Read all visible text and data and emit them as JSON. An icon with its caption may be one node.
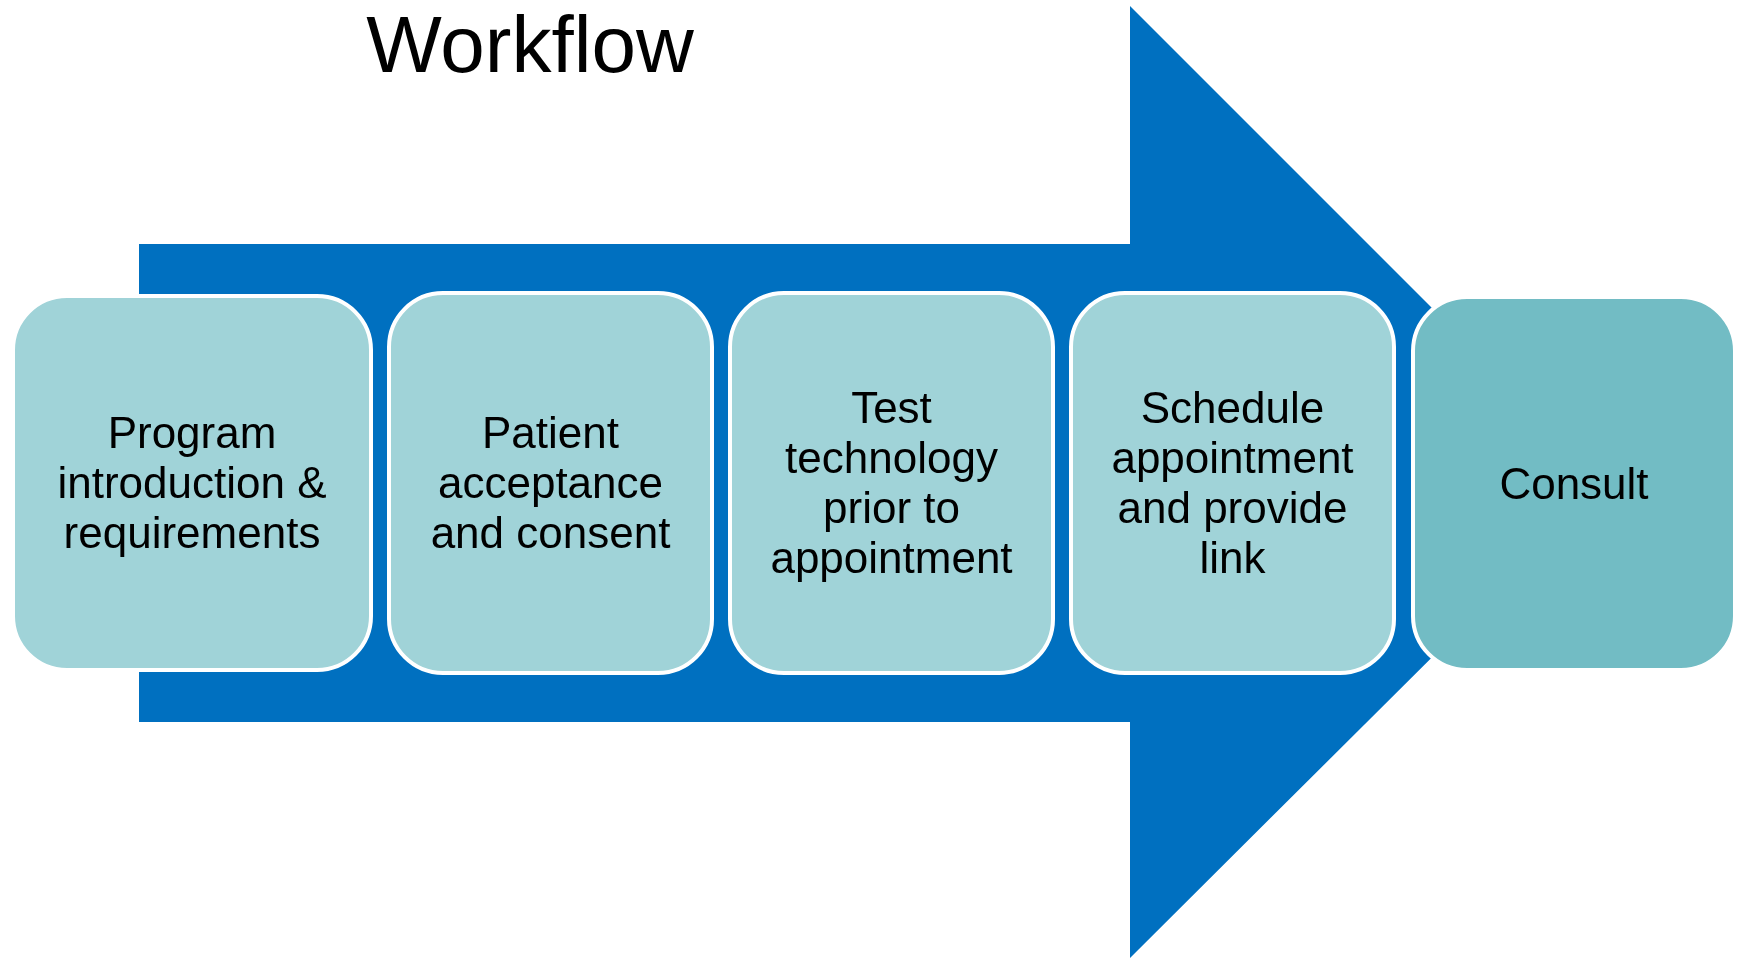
{
  "diagram": {
    "title": "Workflow",
    "nodes": [
      {
        "text": [
          "Program introduction & requirements"
        ]
      },
      {
        "text": [
          "Patient acceptance and consent"
        ]
      },
      {
        "text": [
          "Test technology prior to appointment"
        ]
      },
      {
        "text": [
          "Schedule appointment and provide link"
        ]
      },
      {
        "text": [
          "Consult"
        ]
      }
    ],
    "edges": [
      {
        "from": 0,
        "to": 4,
        "arrow": "to"
      }
    ]
  }
}
